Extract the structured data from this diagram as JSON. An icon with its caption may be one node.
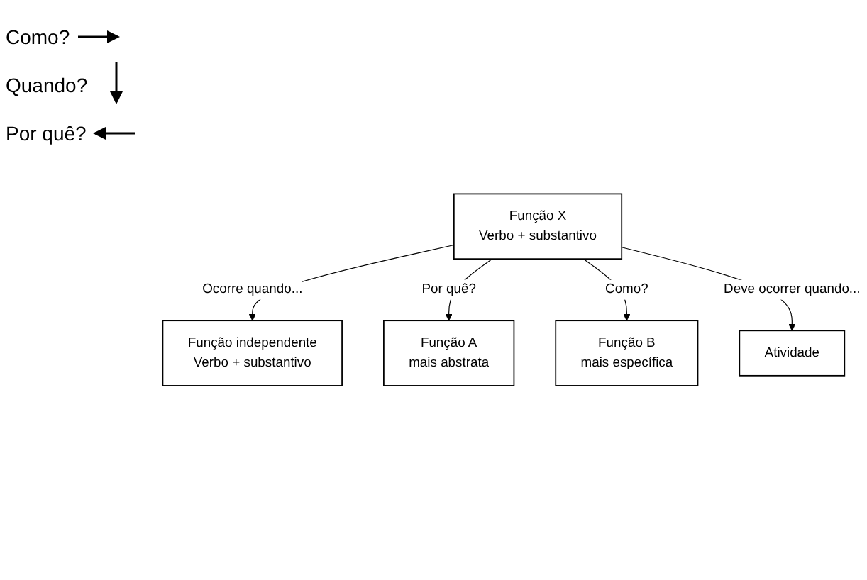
{
  "diagram": {
    "nodes": [
      {
        "text": [
          "Função independente",
          "Verbo + substantivo"
        ]
      },
      {
        "text": [
          "Função A",
          "mais abstrata"
        ]
      },
      {
        "text": [
          "Função X",
          "Verbo + substantivo"
        ]
      },
      {
        "text": [
          "Função B",
          "mais específica"
        ]
      },
      {
        "text": [
          "Atividade"
        ]
      }
    ],
    "edges": [
      {
        "from": 2,
        "to": 0,
        "arrow": "to",
        "label": "Ocorre quando..."
      },
      {
        "from": 2,
        "to": 1,
        "arrow": "to",
        "label": "Por quê?"
      },
      {
        "from": 2,
        "to": 3,
        "arrow": "to",
        "label": "Como?"
      },
      {
        "from": 2,
        "to": 4,
        "arrow": "to",
        "label": "Deve ocorrer quando..."
      }
    ],
    "labels": [
      "Como?",
      "Quando?",
      "Por quê?"
    ]
  }
}
